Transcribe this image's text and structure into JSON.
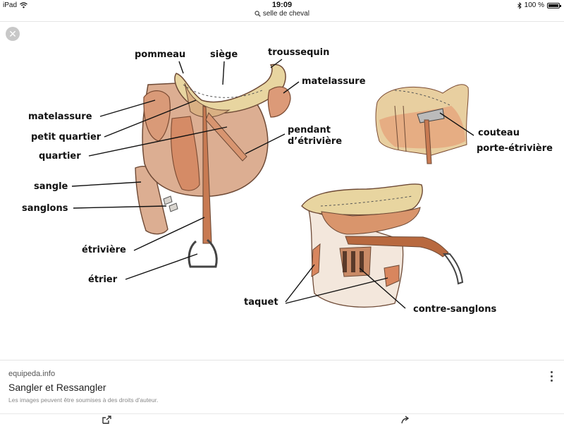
{
  "status": {
    "device": "iPad",
    "time": "19:09",
    "battery": "100 %",
    "battery_level": 1.0
  },
  "search": {
    "query": "selle de cheval"
  },
  "diagram": {
    "labels": {
      "pommeau": "pommeau",
      "siege": "siège",
      "troussequin": "troussequin",
      "matelassure_right": "matelassure",
      "matelassure_left": "matelassure",
      "petit_quartier": "petit quartier",
      "quartier": "quartier",
      "pendant_1": "pendant",
      "pendant_2": "d’étrivière",
      "sangle": "sangle",
      "sanglons": "sanglons",
      "etriviere": "étrivière",
      "etrier": "étrier",
      "couteau": "couteau",
      "porte_etriviere": "porte-étrivière",
      "taquet": "taquet",
      "contre_sanglons": "contre-sanglons"
    }
  },
  "caption": {
    "source": "equipeda.info",
    "title": "Sangler et Ressangler",
    "note": "Les images peuvent être soumises à des droits d'auteur."
  }
}
